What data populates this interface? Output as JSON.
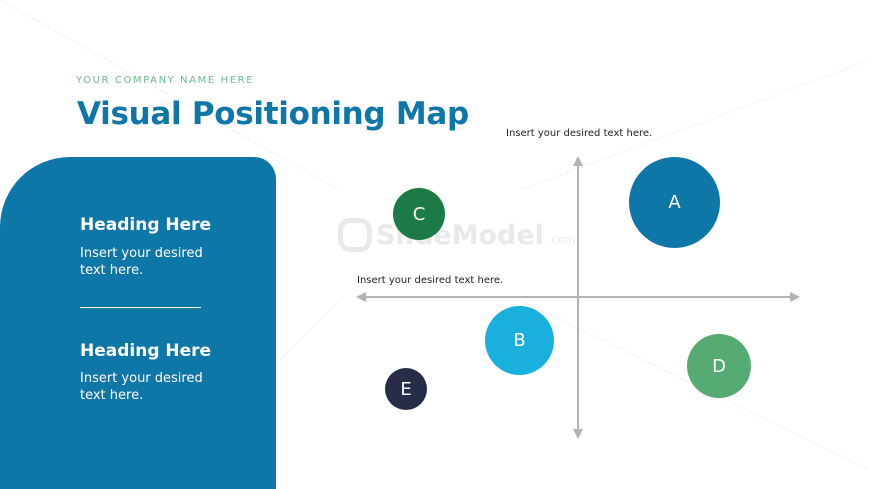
{
  "header": {
    "company": "YOUR COMPANY NAME HERE",
    "title": "Visual Positioning Map"
  },
  "panel": {
    "sections": [
      {
        "heading": "Heading Here",
        "text": "Insert your desired text here."
      },
      {
        "heading": "Heading Here",
        "text": "Insert your desired text here."
      }
    ]
  },
  "diagram": {
    "vertical_axis_label": "Insert your desired text here.",
    "horizontal_axis_label": "Insert your desired text here.",
    "bubbles": [
      {
        "label": "A",
        "color": "#0f77a8"
      },
      {
        "label": "B",
        "color": "#1ab0de"
      },
      {
        "label": "C",
        "color": "#1b7a46"
      },
      {
        "label": "D",
        "color": "#55ab72"
      },
      {
        "label": "E",
        "color": "#272c48"
      }
    ]
  },
  "watermark": {
    "brand": "SlideModel",
    "suffix": ".com"
  },
  "colors": {
    "primary": "#0f77a8",
    "accent_green": "#6dbb8f",
    "axis": "#b3b3b3"
  }
}
